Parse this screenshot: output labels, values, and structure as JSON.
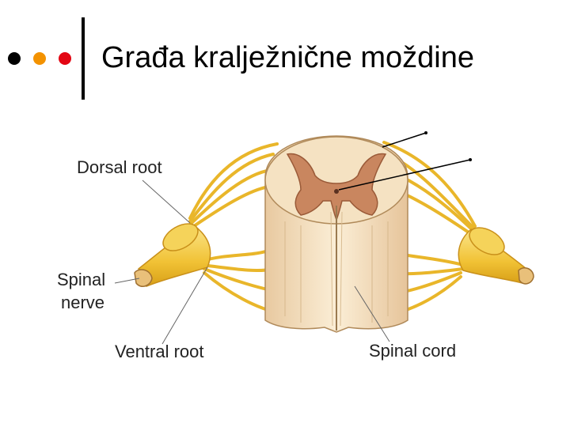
{
  "slide": {
    "title": "Građa kralježnične moždine"
  },
  "decoration": {
    "dots": [
      "#000000",
      "#f39200",
      "#e30613"
    ]
  },
  "diagram": {
    "labels": {
      "dorsal_root": "Dorsal root",
      "spinal_nerve_line1": "Spinal",
      "spinal_nerve_line2": "nerve",
      "ventral_root": "Ventral root",
      "spinal_cord": "Spinal cord"
    },
    "colors": {
      "nerve": "#f5c83a",
      "nerve_dark": "#d89a10",
      "white_matter": "#f3dcb6",
      "grey_matter": "#c9865f",
      "outline": "#a07840"
    }
  }
}
